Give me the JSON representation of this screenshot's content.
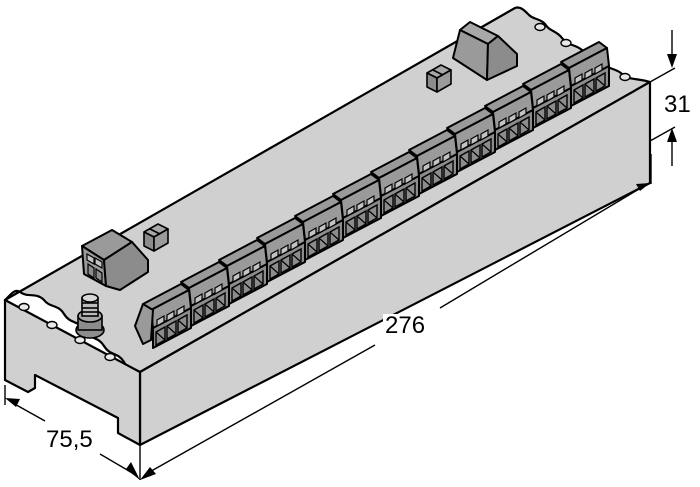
{
  "diagram": {
    "subject": "Junction box / terminal block module, isometric dimension drawing",
    "colors": {
      "body_fill": "#d0d0d0",
      "terminal_fill": "#9a9a9a",
      "terminal_dark": "#7d7d7d",
      "outline": "#000000",
      "background": "#ffffff"
    },
    "dimensions": {
      "height": "31",
      "length": "276",
      "width": "75,5"
    },
    "components": {
      "terminal_blocks_front_row": 12,
      "terminal_block_rear_left": 1,
      "rear_connector_right": 1,
      "small_switch_blocks": 2,
      "ground_stud": 1
    }
  }
}
